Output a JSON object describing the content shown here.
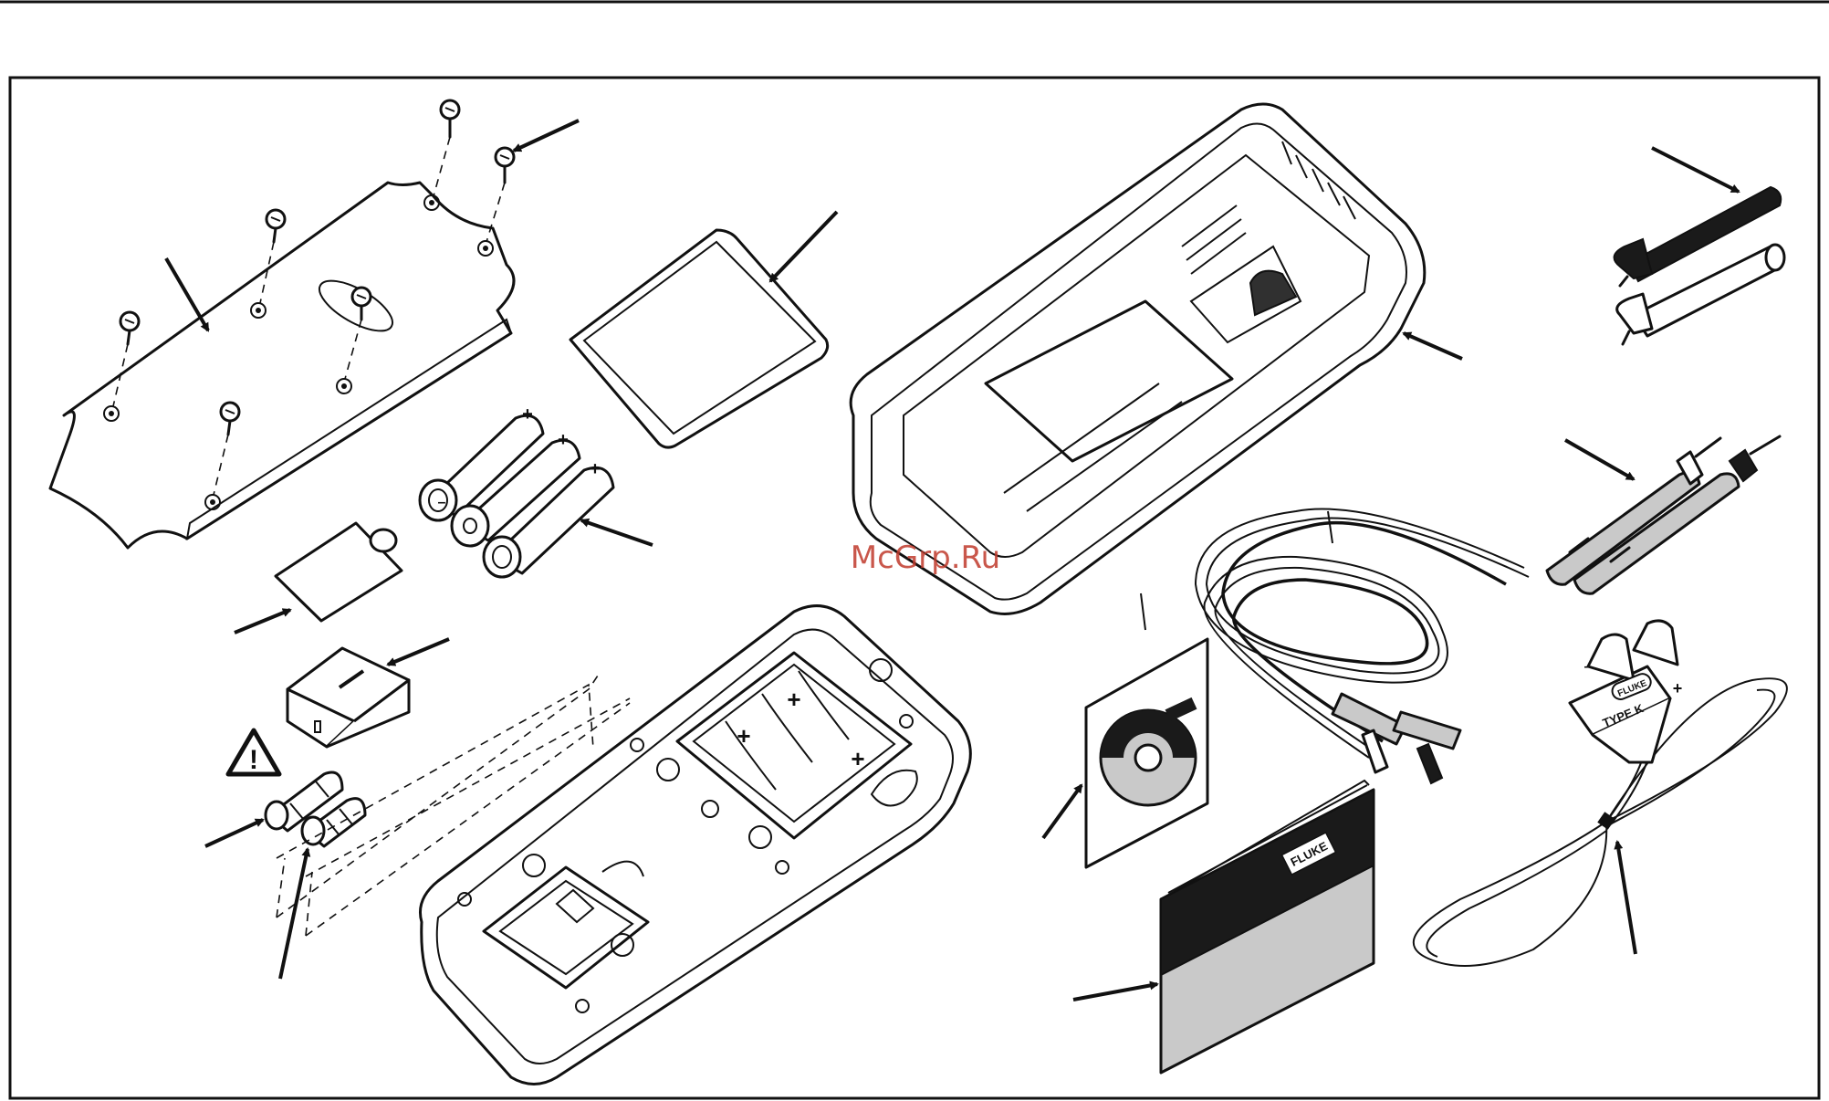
{
  "watermark": "McGrp.Ru",
  "thermocouple_label": "TYPE K",
  "brand_label": "FLUKE",
  "warning_symbol": "!",
  "battery_polarity": [
    "+",
    "+",
    "+",
    "–"
  ],
  "colors": {
    "line": "#111111",
    "gray_fill": "#c9c9c9",
    "black_fill": "#1a1a1a",
    "watermark": "#c0392b"
  },
  "icons": [
    "warning-triangle-icon"
  ]
}
